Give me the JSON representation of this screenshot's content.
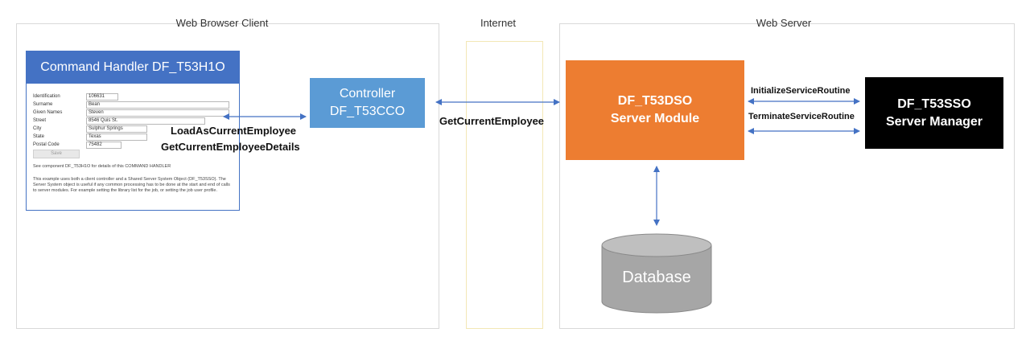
{
  "regions": {
    "client": "Web  Browser Client",
    "internet": "Internet",
    "server": "Web Server"
  },
  "command_handler": {
    "title": "Command Handler DF_T53H1O",
    "fields": [
      {
        "label": "Identification",
        "value": "106631"
      },
      {
        "label": "Surname",
        "value": "Bean"
      },
      {
        "label": "Given Names",
        "value": "Steven"
      },
      {
        "label": "Street",
        "value": "8546 Quis St."
      },
      {
        "label": "City",
        "value": "Sulphur Springs"
      },
      {
        "label": "State",
        "value": "Texas"
      },
      {
        "label": "Postal Code",
        "value": "75482"
      }
    ],
    "save_label": "Save",
    "note": "See component DF_T53H1O for details of this COMMAND HANDLER",
    "description": "This example uses both a client controller and a Shared Server System Object (DF_T53SSO). The Server System object is useful if any common processing has to be done at the start and end of calls to server modules. For example setting the library list for the job, or setting the job user profile."
  },
  "controller": {
    "line1": "Controller",
    "line2": "DF_T53CCO"
  },
  "server_module": {
    "line1": "DF_T53DSO",
    "line2": "Server Module"
  },
  "server_manager": {
    "line1": "DF_T53SSO",
    "line2": "Server Manager"
  },
  "database": {
    "label": "Database"
  },
  "edges": {
    "handler_controller_1": "LoadAsCurrentEmployee",
    "handler_controller_2": "GetCurrentEmployeeDetails",
    "controller_server": "GetCurrentEmployee",
    "init": "InitializeServiceRoutine",
    "terminate": "TerminateServiceRoutine"
  },
  "colors": {
    "handler": "#4472c4",
    "controller": "#5b9bd5",
    "server_module": "#ed7d31",
    "server_manager": "#000000",
    "database": "#a6a6a6",
    "arrow": "#4472c4"
  }
}
